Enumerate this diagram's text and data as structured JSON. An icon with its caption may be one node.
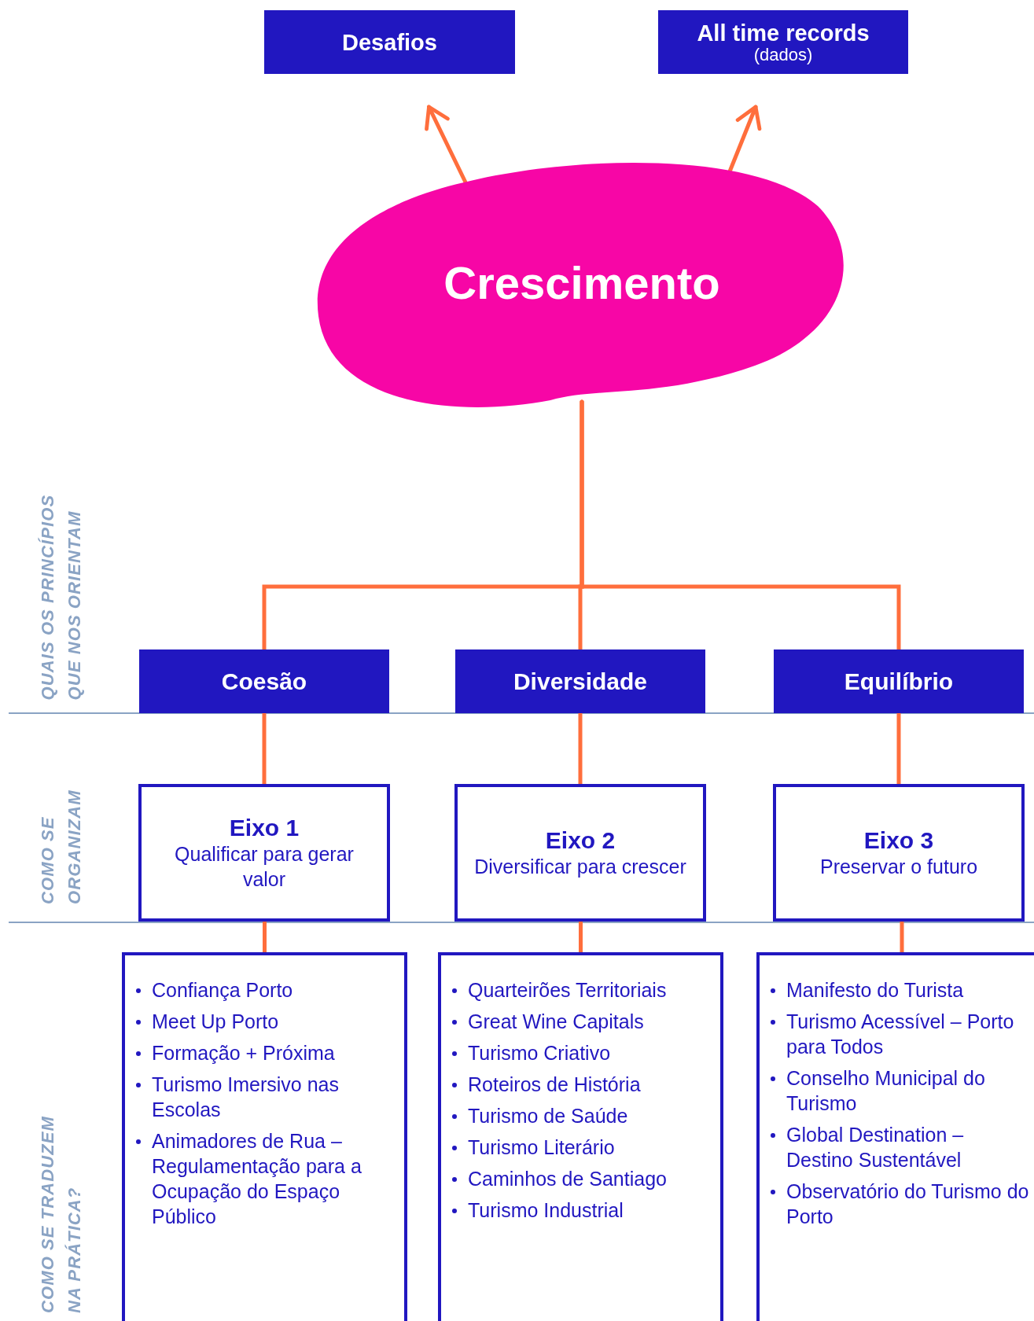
{
  "diagram": {
    "nodes": [
      {
        "text": [
          "Desafios"
        ]
      },
      {
        "text": [
          "All time records",
          "(dados)"
        ]
      },
      {
        "text": [
          "Crescimento"
        ]
      },
      {
        "text": [
          "Coesão"
        ]
      },
      {
        "text": [
          "Diversidade"
        ]
      },
      {
        "text": [
          "Equilíbrio"
        ]
      },
      {
        "text": [
          "Eixo 1",
          "Qualificar para gerar valor"
        ]
      },
      {
        "text": [
          "Eixo 2",
          "Diversificar para crescer"
        ]
      },
      {
        "text": [
          "Eixo 3",
          "Preservar o futuro"
        ]
      },
      {
        "text": [
          "Confiança Porto",
          "Meet Up Porto",
          "Formação + Próxima",
          "Turismo Imersivo nas Escolas",
          "Animadores de Rua – Regulamentação para a Ocupação do Espaço Público"
        ]
      },
      {
        "text": [
          "Quarteirões Territoriais",
          "Great Wine Capitals",
          "Turismo Criativo",
          "Roteiros de História",
          "Turismo de Saúde",
          "Turismo Literário",
          "Caminhos de Santiago",
          "Turismo Industrial"
        ]
      },
      {
        "text": [
          "Manifesto do Turista",
          "Turismo Acessível – Porto para Todos",
          "Conselho Municipal do Turismo",
          "Global Destination – Destino Sustentável",
          "Observatório do Turismo do Porto"
        ]
      }
    ],
    "edges": [
      {
        "from": 2,
        "to": 0,
        "arrow": "to"
      },
      {
        "from": 2,
        "to": 1,
        "arrow": "to"
      },
      {
        "from": 2,
        "to": 3,
        "arrow": "none"
      },
      {
        "from": 2,
        "to": 4,
        "arrow": "none"
      },
      {
        "from": 2,
        "to": 5,
        "arrow": "none"
      },
      {
        "from": 3,
        "to": 6,
        "arrow": "none"
      },
      {
        "from": 4,
        "to": 7,
        "arrow": "none"
      },
      {
        "from": 5,
        "to": 8,
        "arrow": "none"
      },
      {
        "from": 6,
        "to": 9,
        "arrow": "none"
      },
      {
        "from": 7,
        "to": 10,
        "arrow": "none"
      },
      {
        "from": 8,
        "to": 11,
        "arrow": "none"
      }
    ],
    "labels": [
      "QUAIS OS PRINCÍPIOS QUE NOS ORIENTAM",
      "COMO SE ORGANIZAM",
      "COMO SE TRADUZEM NA PRÁTICA?"
    ]
  }
}
